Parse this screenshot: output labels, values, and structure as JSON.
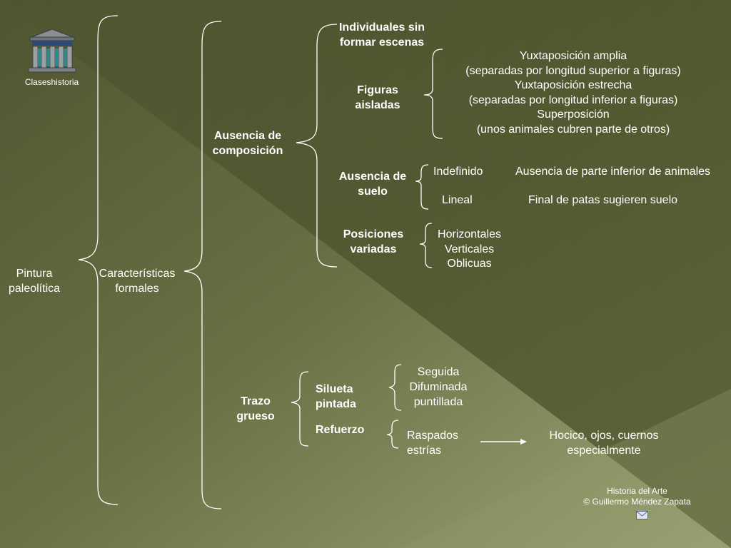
{
  "logo_caption": "Claseshistoria",
  "root": "Pintura paleolítica",
  "caracteristicas": "Características formales",
  "ausencia_composicion": "Ausencia de composición",
  "individuales": "Individuales sin formar escenas",
  "figuras_aisladas": "Figuras aisladas",
  "figuras_items": [
    "Yuxtaposición amplia",
    "(separadas por longitud superior a figuras)",
    "Yuxtaposición estrecha",
    "(separadas por longitud inferior a figuras)",
    "Superposición",
    "(unos animales cubren parte de otros)"
  ],
  "ausencia_suelo": "Ausencia de suelo",
  "suelo_items": [
    {
      "tipo": "Indefinido",
      "desc": "Ausencia de parte inferior de animales"
    },
    {
      "tipo": "Lineal",
      "desc": "Final de patas sugieren suelo"
    }
  ],
  "posiciones": "Posiciones variadas",
  "posiciones_items": [
    "Horizontales",
    "Verticales",
    "Oblicuas"
  ],
  "trazo": "Trazo grueso",
  "silueta": "Silueta pintada",
  "silueta_items": [
    "Seguida",
    "Difuminada",
    "puntillada"
  ],
  "refuerzo": "Refuerzo",
  "refuerzo_items": [
    "Raspados",
    "estrías"
  ],
  "refuerzo_result": "Hocico, ojos, cuernos especialmente",
  "footer": {
    "line1": "Historia del Arte",
    "line2": "©  Guillermo Méndez Zapata"
  },
  "colors": {
    "bg_dark": "#4a4f2e",
    "bg_light": "#9ea477",
    "text": "#ffffff"
  }
}
